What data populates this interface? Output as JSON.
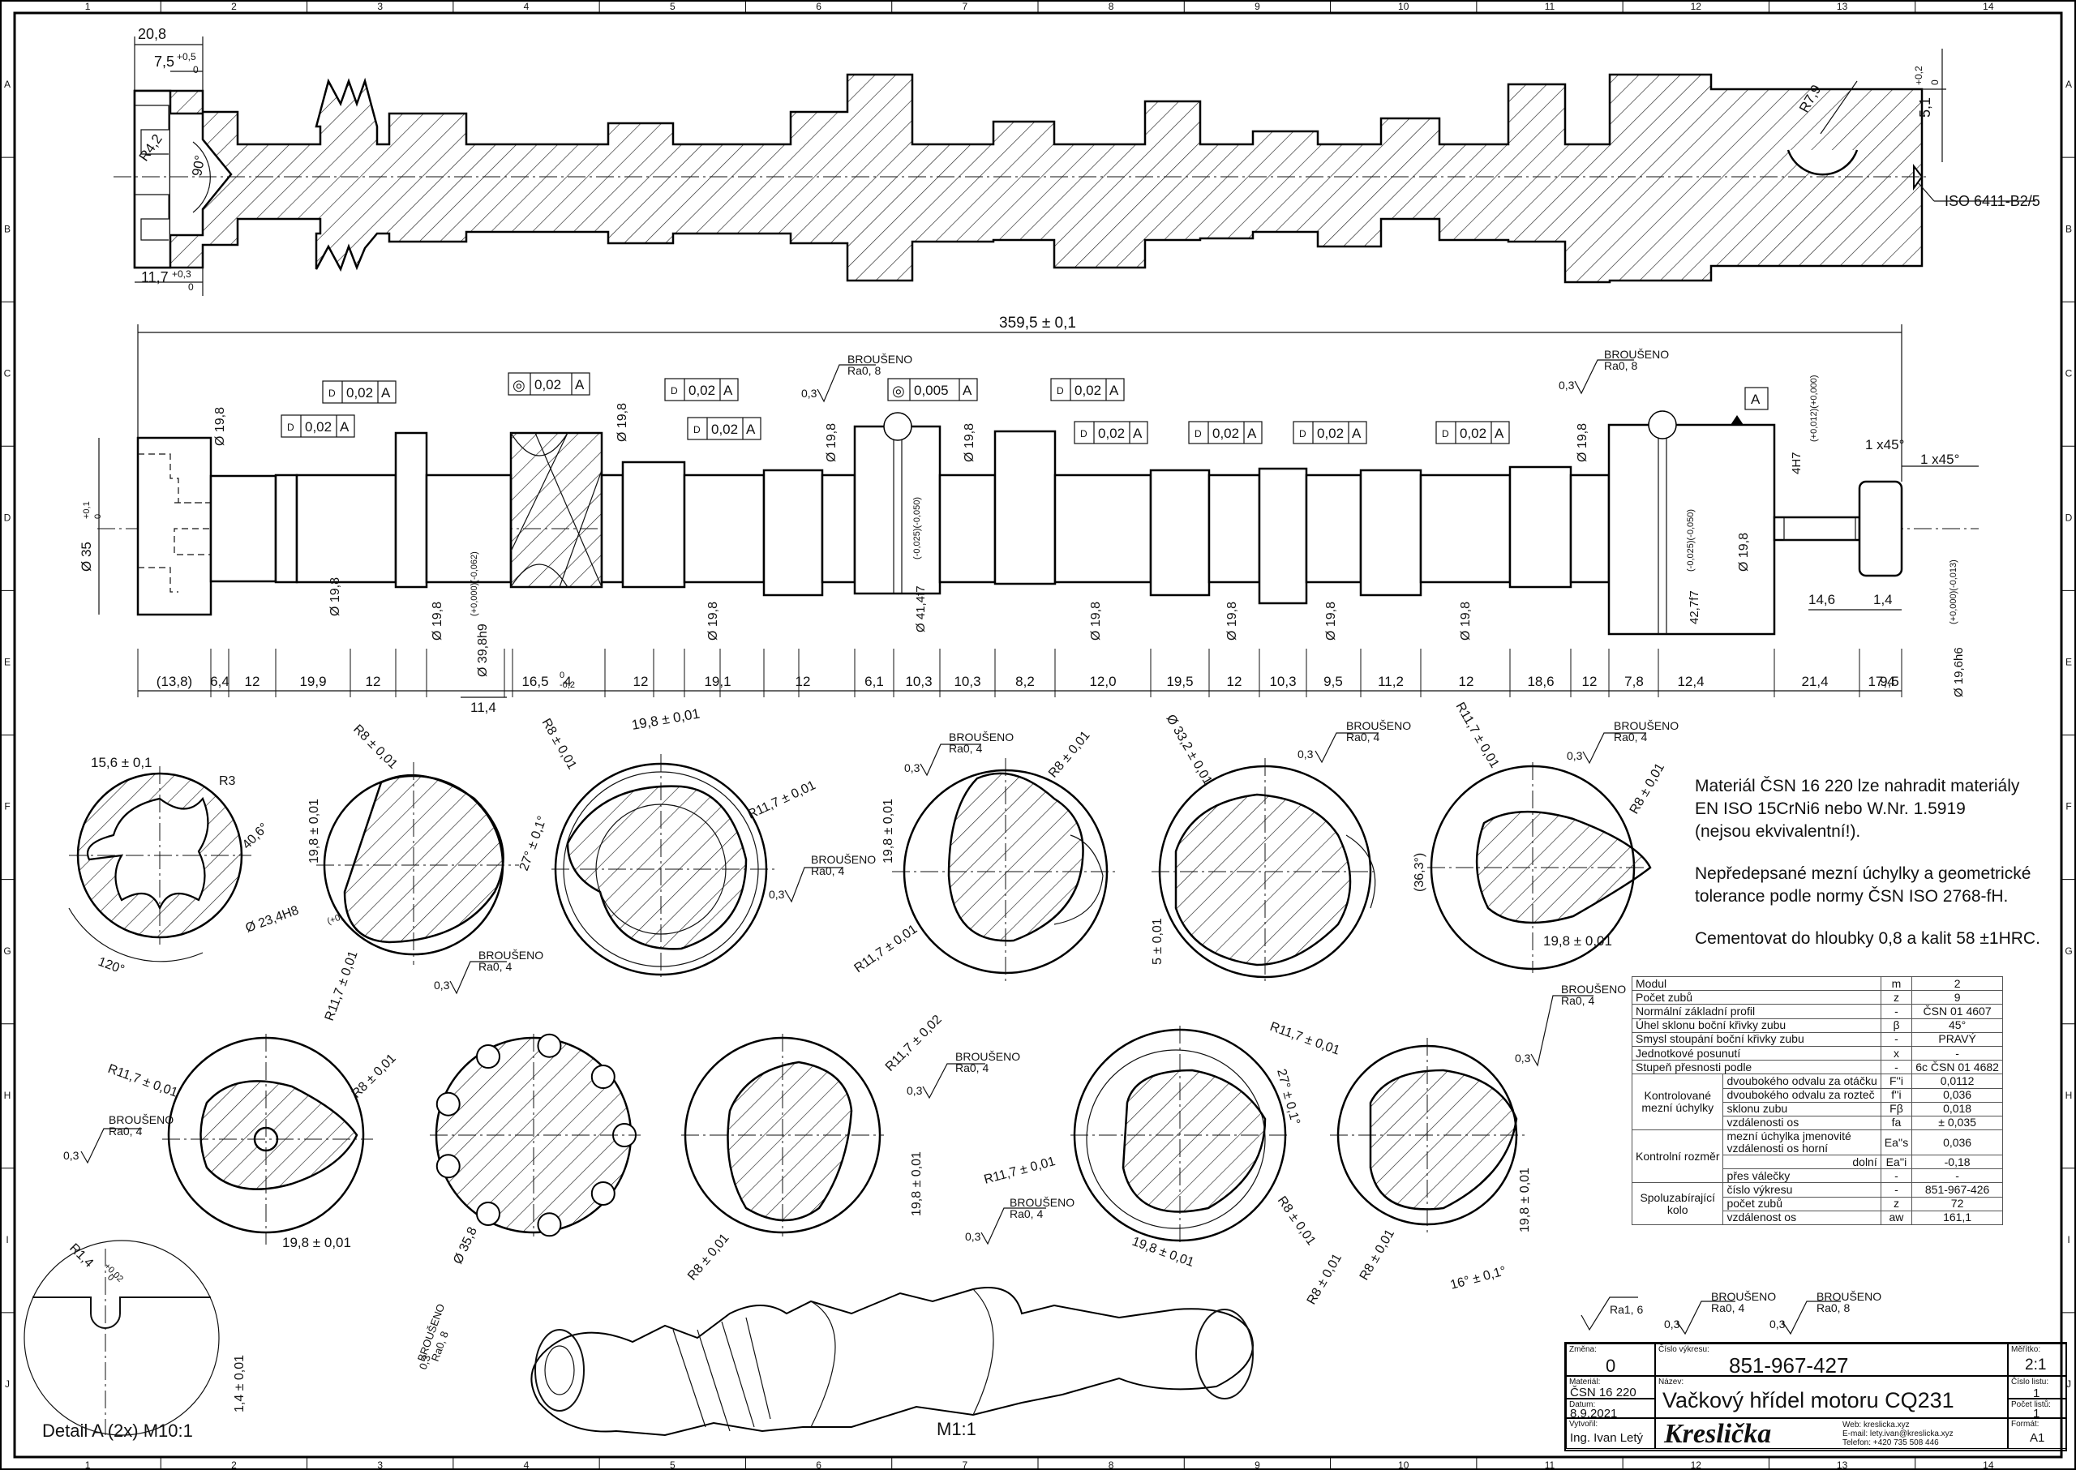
{
  "grid": {
    "columns": [
      "1",
      "2",
      "3",
      "4",
      "5",
      "6",
      "7",
      "8",
      "9",
      "10",
      "11",
      "12",
      "13",
      "14"
    ],
    "rows": [
      "A",
      "B",
      "C",
      "D",
      "E",
      "F",
      "G",
      "H",
      "I",
      "J"
    ]
  },
  "section_view": {
    "dims": {
      "d20_8": "20,8",
      "d7_5": "7,5",
      "d7_5_tol_up": "+0,5",
      "d7_5_tol_low": "0",
      "r4_2": "R4,2",
      "angle90": "90°",
      "d11_7": "11,7",
      "d11_7_tol_up": "+0,3",
      "d11_7_tol_low": "0",
      "r7_9": "R7,9",
      "d5_1": "5,1",
      "d5_1_tol_up": "+0,2",
      "d5_1_tol_low": "0",
      "center_hole": "ISO 6411-B2/5"
    }
  },
  "main_view": {
    "overall": "359,5 ± 0,1",
    "diameters": {
      "d35": "Ø 35",
      "d35_tol_up": "+0,1",
      "d35_tol_low": "0",
      "d19_8": "Ø 19,8",
      "d39_8": "Ø 39,8h9",
      "d39_8_tol": "(+0,000)(-0,062)",
      "d41_4": "Ø 41,4f7",
      "d41_4_tol": "(-0,025)(-0,050)",
      "d42_7": "42,7f7",
      "d42_7_tol": "(-0,025)(-0,050)",
      "h4h7": "4H7",
      "h4h7_tol": "(+0,012)(+0,000)",
      "d19_6": "Ø 19,6h6",
      "d19_6_tol": "(+0,000)(-0,013)",
      "chamfer": "1 x45°"
    },
    "gdt_runout": "0,02",
    "gdt_conc_1": "0,02",
    "gdt_conc_2": "0,005",
    "datum": "A",
    "runout_symbol": "D",
    "conc_symbol": "◎",
    "surface": {
      "label": "BROUŠENO",
      "ra08": "Ra0, 8",
      "ra04": "Ra0, 4",
      "v03": "0,3"
    },
    "sub_dims": {
      "d14_6": "14,6",
      "d1_4": "1,4",
      "d11_4": "11,4",
      "d16_5_tol_up": "0",
      "d16_5_tol_low": "-0,2"
    },
    "bottom_chain": [
      "(13,8)",
      "6,4",
      "12",
      "19,9",
      "12",
      "16,5",
      "4",
      "12",
      "19,1",
      "12",
      "6,1",
      "10,3",
      "10,3",
      "8,2",
      "12,0",
      "19,5",
      "12",
      "10,3",
      "9,5",
      "11,2",
      "12",
      "18,6",
      "12",
      "7,8",
      "12,4",
      "21,4",
      "17,4",
      "9,5"
    ]
  },
  "sections": {
    "s1": {
      "d1": "15,6 ± 0,1",
      "r3": "R3",
      "angle": "40,6°",
      "bore": "Ø 23,4H8",
      "bore_tol": "(+0,033)(+0,000)",
      "angle2": "120°"
    },
    "s2": {
      "r8": "R8 ± 0,01",
      "h": "19,8 ± 0,01",
      "r11": "R11,7 ± 0,01"
    },
    "s3": {
      "r8": "R8 ± 0,01",
      "w": "19,8 ± 0,01",
      "r11": "R11,7 ± 0,01",
      "ang": "27° ± 0,1°"
    },
    "s4": {
      "h": "19,8 ± 0,01",
      "r8": "R8 ± 0,01",
      "r11": "R11,7 ± 0,01"
    },
    "s5": {
      "d": "Ø 33,2 ± 0,01",
      "v": "5 ± 0,01"
    },
    "s6": {
      "r11": "R11,7 ± 0,01",
      "r8": "R8 ± 0,01",
      "ang": "(36,3°)",
      "w": "19,8 ± 0,01"
    },
    "s7": {
      "r11": "R11,7 ± 0,01",
      "r8": "R8 ± 0,01",
      "w": "19,8 ± 0,01"
    },
    "s8": {
      "d": "Ø 35,8"
    },
    "s9": {
      "r11": "R11,7 ± 0,02",
      "h": "19,8 ± 0,01",
      "r8": "R8 ± 0,01"
    },
    "s10": {
      "r11a": "R11,7 ± 0,01",
      "r11b": "R11,7 ± 0,01",
      "ang": "27° ± 0,1°",
      "w": "19,8 ± 0,01",
      "r8": "R8 ± 0,01"
    },
    "s11": {
      "r8a": "R8 ± 0,01",
      "r8b": "R8 ± 0,01",
      "h": "19,8 ± 0,01",
      "ang": "16° ± 0,1°"
    }
  },
  "detail": {
    "r": "R1,4",
    "r_tol_up": "+0,02",
    "r_tol_low": "0",
    "h": "1,4 ± 0,01",
    "label": "Detail A (2x) M10:1"
  },
  "iso_label": "M1:1",
  "notes": {
    "line1": "Materiál ČSN 16 220 lze nahradit materiály",
    "line2": "EN ISO 15CrNi6 nebo W.Nr. 1.5919",
    "line3": "(nejsou ekvivalentní!).",
    "line4": "Nepředepsané mezní úchylky a geometrické",
    "line5": "tolerance podle normy ČSN ISO 2768-fH.",
    "line6": "Cementovat do hloubky 0,8 a kalit 58 ±1HRC."
  },
  "params": {
    "r1": [
      "Modul",
      "m",
      "2"
    ],
    "r2": [
      "Počet zubů",
      "z",
      "9"
    ],
    "r3": [
      "Normální základní profil",
      "-",
      "ČSN 01 4607"
    ],
    "r4": [
      "Úhel sklonu boční křivky zubu",
      "β",
      "45°"
    ],
    "r5": [
      "Smysl stoupání boční křivky zubu",
      "-",
      "PRAVÝ"
    ],
    "r6": [
      "Jednotkové posunutí",
      "x",
      "-"
    ],
    "r7": [
      "Stupeň přesnosti podle",
      "-",
      "6c  ČSN 01 4682"
    ],
    "r8": [
      "Kontrolované mezní úchylky",
      "dvoubokého odvalu za otáčku",
      "F''i",
      "0,0112"
    ],
    "r9": [
      "dvoubokého odvalu za rozteč",
      "f''i",
      "0,036"
    ],
    "r10": [
      "sklonu zubu",
      "Fβ",
      "0,018"
    ],
    "r11": [
      "vzdálenosti os",
      "fa",
      "± 0,035"
    ],
    "r12": [
      "Kontrolní rozměr",
      "mezní úchylka jmenovité vzdálenosti os",
      "horní",
      "Ea''s",
      "0,036"
    ],
    "r13": [
      "dolní",
      "Ea''i",
      "-0,18"
    ],
    "r14": [
      "přes válečky",
      "-",
      "-"
    ],
    "r15": [
      "Spoluzabírající kolo",
      "číslo výkresu",
      "-",
      "851-967-426"
    ],
    "r16": [
      "počet zubů",
      "z",
      "72"
    ],
    "r17": [
      "vzdálenost os",
      "aw",
      "161,1"
    ]
  },
  "surface_legend": {
    "s1": "Ra1, 6",
    "s2_label": "BROUŠENO",
    "s2_ra": "Ra0, 4",
    "s2_v": "0,3",
    "s3_label": "BROUŠENO",
    "s3_ra": "Ra0, 8",
    "s3_v": "0,3"
  },
  "title_block": {
    "zmena_label": "Změna:",
    "zmena": "0",
    "cislo_label": "Číslo výkresu:",
    "cislo": "851-967-427",
    "meritko_label": "Měřítko:",
    "meritko": "2:1",
    "material_label": "Materiál:",
    "material": "ČSN 16 220",
    "nazev_label": "Název:",
    "nazev": "Vačkový hřídel motoru CQ231",
    "cislo_listu_label": "Číslo listu:",
    "cislo_listu": "1",
    "datum_label": "Datum:",
    "datum": "8.9.2021",
    "pocet_listu_label": "Počet listů:",
    "pocet_listu": "1",
    "vytvoril_label": "Vytvořil:",
    "vytvoril": "Ing. Ivan Letý",
    "brand": "Kreslička",
    "web": "Web: kreslicka.xyz",
    "email": "E-mail: lety.ivan@kreslicka.xyz",
    "tel": "Telefon: +420 735 508 446",
    "format_label": "Formát:",
    "format": "A1"
  }
}
